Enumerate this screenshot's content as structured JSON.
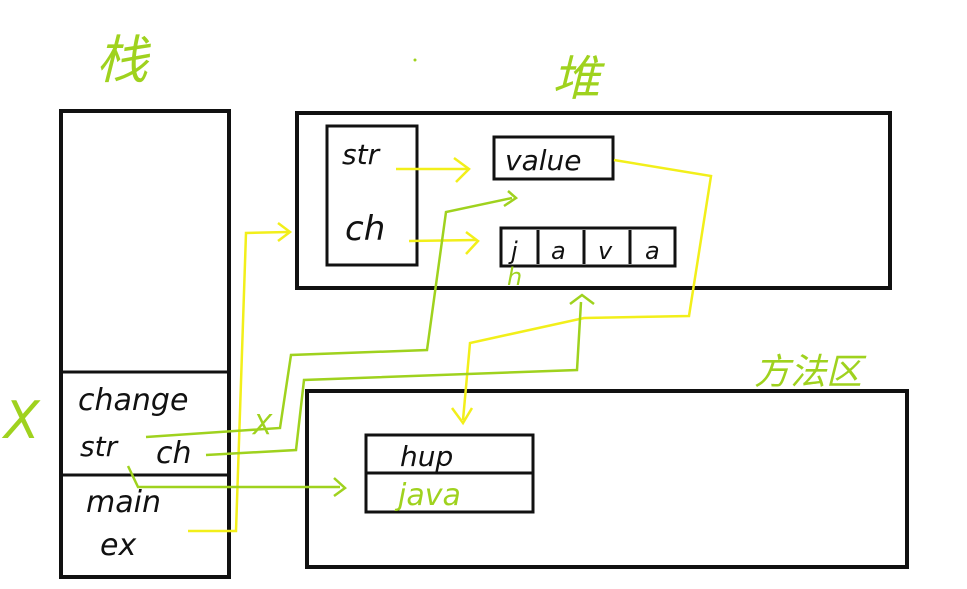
{
  "colors": {
    "ink": "#111111",
    "yellow": "#f2ef1a",
    "green": "#9fd21e",
    "background": "#ffffff"
  },
  "labels": {
    "stack_title": "栈",
    "heap_title": "堆",
    "method_area_title": "方法区",
    "cross_mark": "X",
    "cross_mark_small": "X"
  },
  "stack_frames": {
    "change": {
      "name": "change",
      "var_str": "str",
      "var_ch": "ch"
    },
    "main": {
      "name": "main",
      "var_ex": "ex"
    }
  },
  "heap_objects": {
    "example_obj": {
      "field_str": "str",
      "field_ch": "ch"
    },
    "string_value": "value",
    "char_array": [
      "j",
      "a",
      "v",
      "a"
    ],
    "char_array_changed": "h"
  },
  "method_area": {
    "cells": [
      "hup",
      "java"
    ]
  }
}
